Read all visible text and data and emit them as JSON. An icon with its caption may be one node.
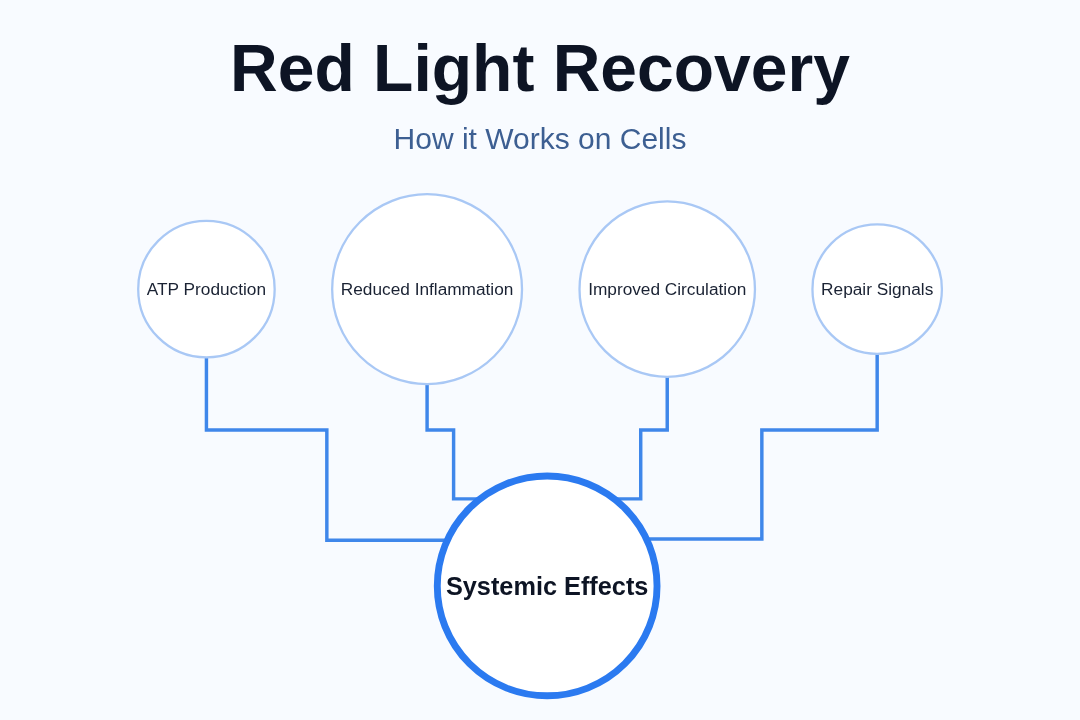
{
  "diagram": {
    "title": "Red Light Recovery",
    "caption": "How it Works on Cells",
    "nodes": [
      {
        "text": [
          "ATP Production"
        ]
      },
      {
        "text": [
          "Reduced Inflammation"
        ]
      },
      {
        "text": [
          "Improved Circulation"
        ]
      },
      {
        "text": [
          "Repair Signals"
        ]
      },
      {
        "text": [
          "Systemic Effects"
        ]
      }
    ],
    "edges": [
      {
        "from": 0,
        "to": 4,
        "arrow": "none"
      },
      {
        "from": 1,
        "to": 4,
        "arrow": "none"
      },
      {
        "from": 2,
        "to": 4,
        "arrow": "none"
      },
      {
        "from": 3,
        "to": 4,
        "arrow": "none"
      }
    ]
  }
}
